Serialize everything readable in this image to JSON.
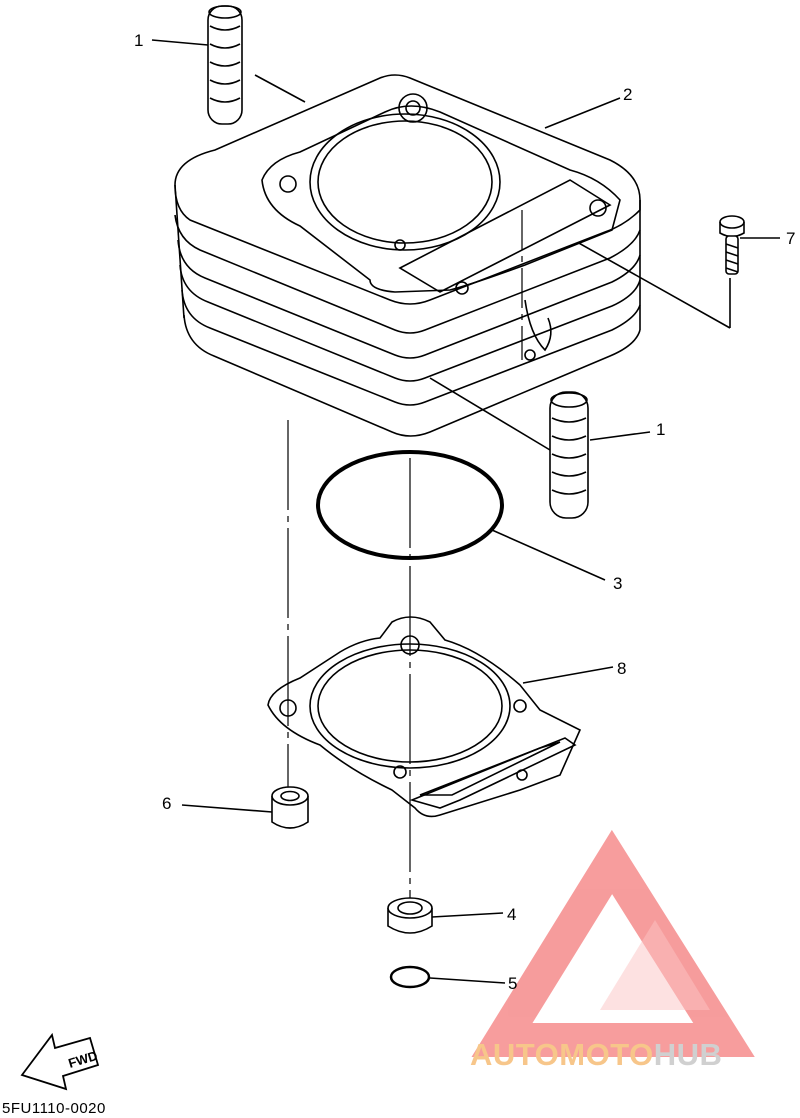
{
  "callouts": [
    {
      "id": "c1a",
      "text": "1"
    },
    {
      "id": "c2",
      "text": "2"
    },
    {
      "id": "c7",
      "text": "7"
    },
    {
      "id": "c1b",
      "text": "1"
    },
    {
      "id": "c3",
      "text": "3"
    },
    {
      "id": "c8",
      "text": "8"
    },
    {
      "id": "c6",
      "text": "6"
    },
    {
      "id": "c4",
      "text": "4"
    },
    {
      "id": "c5",
      "text": "5"
    }
  ],
  "fwd_label": "FWD",
  "diagram_code": "5FU1110-0020",
  "watermark": {
    "part1": "AUTOMOTO",
    "part2": "HUB"
  },
  "colors": {
    "watermark_red": "#f47c7c",
    "watermark_orange": "#f7c68a",
    "watermark_gray": "#d0d0d0",
    "line": "#000000"
  }
}
